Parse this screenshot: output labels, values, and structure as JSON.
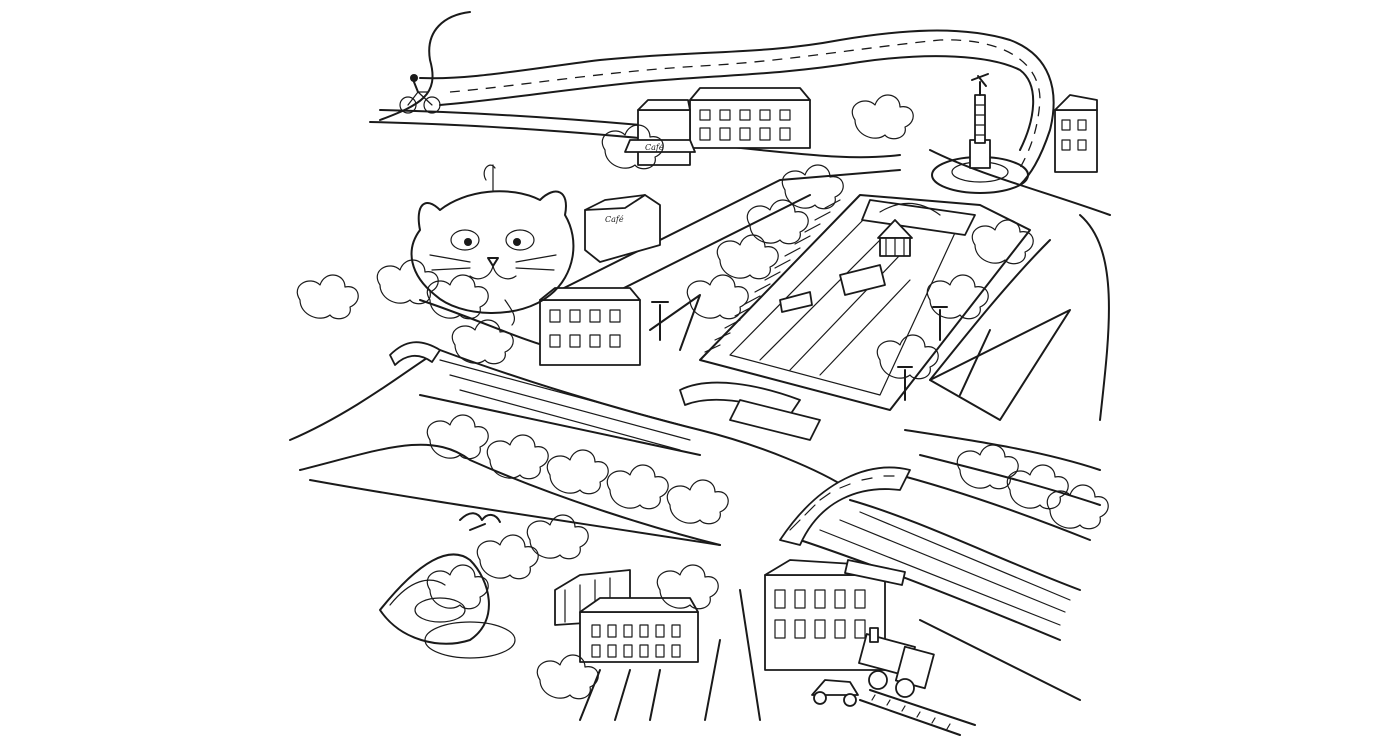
{
  "map": {
    "style": "pen-and-ink illustrated map",
    "colors": {
      "ink": "#1a1a1a",
      "paper": "#ffffff"
    },
    "signs": {
      "cafe_awning": "Café",
      "kiosk_sign": "Café"
    },
    "icons": [
      "cyclist-icon",
      "cat-face-icon",
      "column-monument-icon",
      "carousel-icon",
      "steam-train-icon",
      "vintage-car-icon",
      "boat-icon",
      "tree-cluster-icon",
      "bird-icon",
      "statue-icon",
      "lamp-post-icon",
      "bridge-icon"
    ]
  }
}
